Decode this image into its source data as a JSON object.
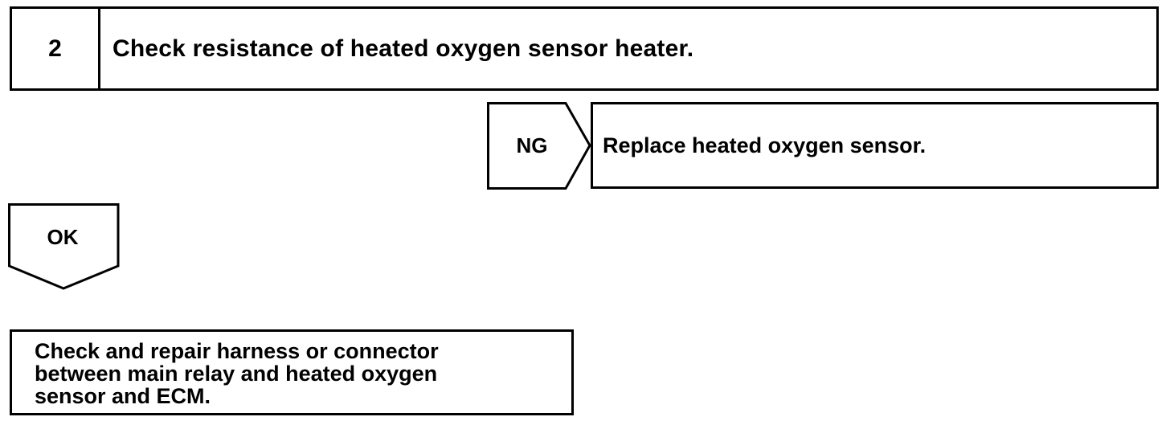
{
  "step": {
    "number": "2",
    "title": "Check resistance of heated oxygen sensor heater."
  },
  "ng_branch": {
    "label": "NG",
    "action": "Replace heated oxygen sensor."
  },
  "ok_branch": {
    "label": "OK",
    "action_lines": [
      "Check and repair harness or connector",
      "between main relay and heated oxygen",
      "sensor and ECM."
    ]
  }
}
